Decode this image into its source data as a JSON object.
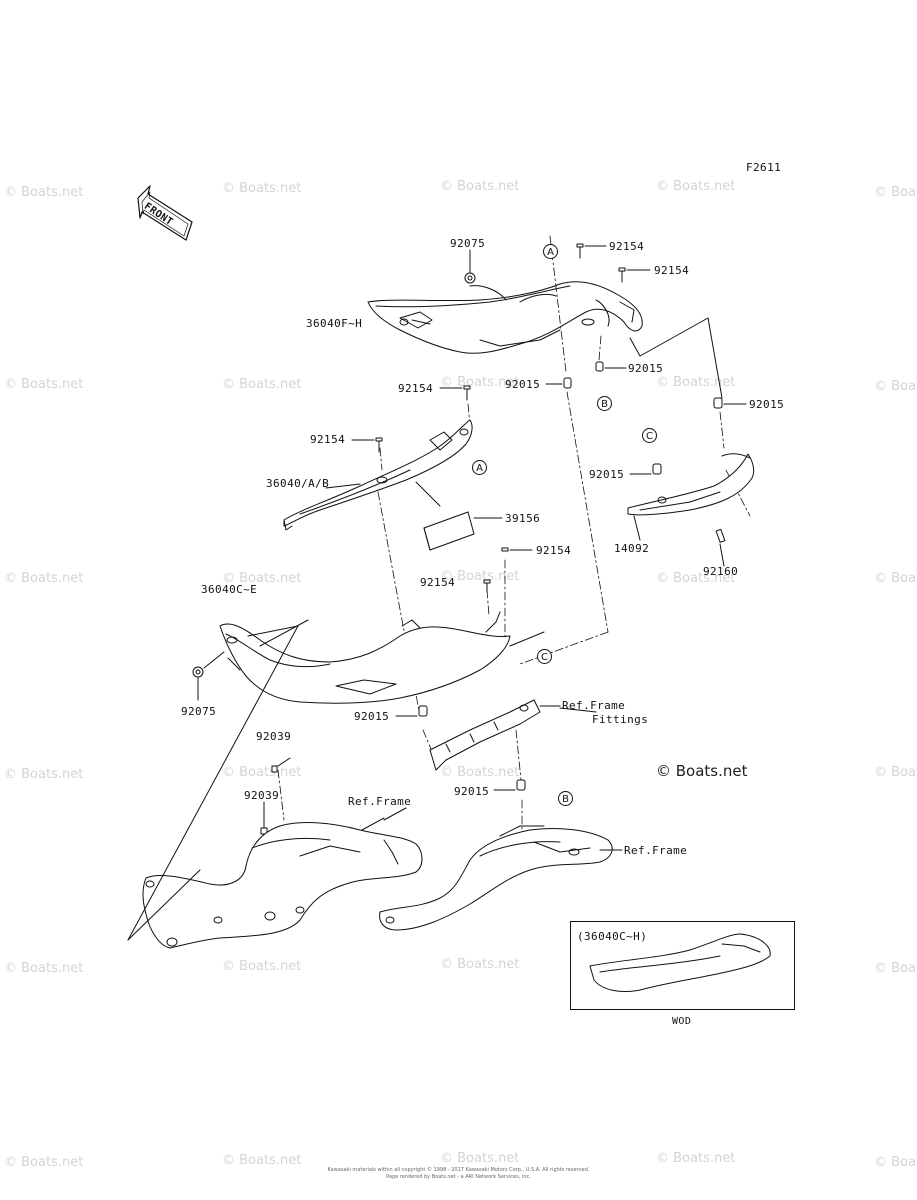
{
  "figure_code": "F2611",
  "front_label": "FRONT",
  "watermark_text": "© Boats.net",
  "watermark_main": "© Boats.net",
  "circled_refs": {
    "a1": "A",
    "a2": "A",
    "b1": "B",
    "b2": "B",
    "c1": "C",
    "c2": "C"
  },
  "part_labels": {
    "p92075_top": "92075",
    "p92154_1": "92154",
    "p92154_2": "92154",
    "p36040F_H": "36040F~H",
    "p92015_1": "92015",
    "p92015_2": "92015",
    "p92015_3": "92015",
    "p92154_3": "92154",
    "p92154_4": "92154",
    "p36040AB": "36040/A/B",
    "p39156": "39156",
    "p92015_4": "92015",
    "p14092": "14092",
    "p92160": "92160",
    "p92154_5": "92154",
    "p92154_6": "92154",
    "p36040C_E": "36040C~E",
    "p92075_left": "92075",
    "p92015_5": "92015",
    "p92039_1": "92039",
    "p92039_2": "92039",
    "p92015_6": "92015",
    "ref_frame_fittings_1": "Ref.Frame",
    "ref_frame_fittings_2": "Fittings",
    "ref_frame_1": "Ref.Frame",
    "ref_frame_2": "Ref.Frame"
  },
  "inset": {
    "title": "(36040C~H)",
    "caption": "WOD"
  },
  "footer": {
    "line1": "Kawasaki materials within all copyright © 1998 - 2017 Kawasaki Motors Corp., U.S.A. All rights reserved.",
    "line2": "Page rendered by Boats.net - a ARI Network Services, Inc."
  }
}
